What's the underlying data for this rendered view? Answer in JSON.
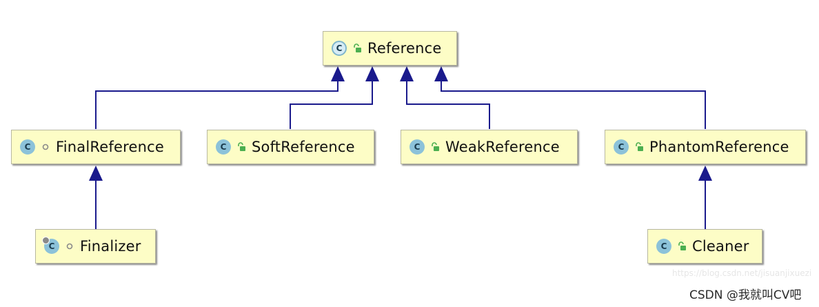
{
  "nodes": {
    "reference": {
      "label": "Reference",
      "icon": "abstract-class-icon",
      "icon_text": "C",
      "visibility": "public-unlock-icon"
    },
    "final_ref": {
      "label": "FinalReference",
      "icon": "class-icon",
      "icon_text": "C",
      "visibility": "package-dot-icon"
    },
    "soft_ref": {
      "label": "SoftReference",
      "icon": "class-icon",
      "icon_text": "C",
      "visibility": "public-unlock-icon"
    },
    "weak_ref": {
      "label": "WeakReference",
      "icon": "class-icon",
      "icon_text": "C",
      "visibility": "public-unlock-icon"
    },
    "phantom_ref": {
      "label": "PhantomReference",
      "icon": "class-icon",
      "icon_text": "C",
      "visibility": "public-unlock-icon"
    },
    "finalizer": {
      "label": "Finalizer",
      "icon": "final-class-icon",
      "icon_text": "C",
      "visibility": "package-dot-icon"
    },
    "cleaner": {
      "label": "Cleaner",
      "icon": "class-icon",
      "icon_text": "C",
      "visibility": "public-unlock-icon"
    }
  },
  "edges": [
    {
      "from": "FinalReference",
      "to": "Reference"
    },
    {
      "from": "SoftReference",
      "to": "Reference"
    },
    {
      "from": "WeakReference",
      "to": "Reference"
    },
    {
      "from": "PhantomReference",
      "to": "Reference"
    },
    {
      "from": "Finalizer",
      "to": "FinalReference"
    },
    {
      "from": "Cleaner",
      "to": "PhantomReference"
    }
  ],
  "watermark": {
    "url": "https://blog.csdn.net/jisuanjixuezi",
    "text": "CSDN @我就叫CV吧"
  },
  "colors": {
    "node_fill": "#fdfdc6",
    "edge": "#1a1a8c",
    "class_icon": "#8cc2d9",
    "visibility_green": "#4caf50"
  }
}
